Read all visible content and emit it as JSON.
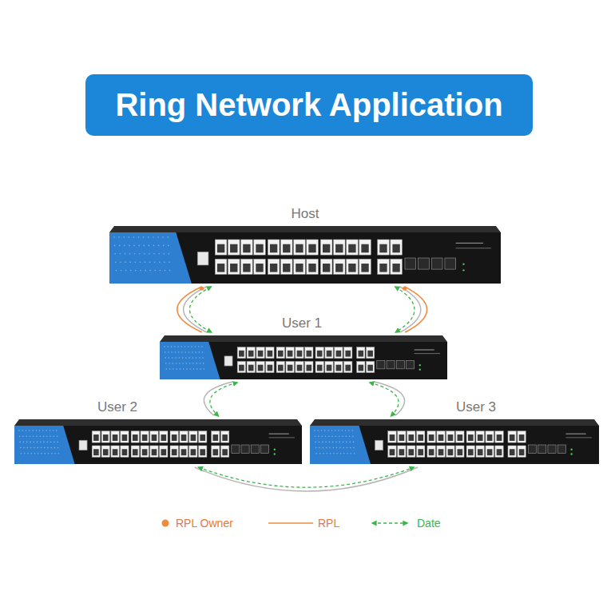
{
  "diagram": {
    "title": "Ring Network Application",
    "nodes": [
      {
        "text": [
          "Host"
        ]
      },
      {
        "text": [
          "User 1"
        ]
      },
      {
        "text": [
          "User 2"
        ]
      },
      {
        "text": [
          "User 3"
        ]
      }
    ],
    "edges": [
      {
        "from": 0,
        "to": 1,
        "arrow": "both"
      },
      {
        "from": 0,
        "to": 1,
        "arrow": "both"
      },
      {
        "from": 1,
        "to": 2,
        "arrow": "both"
      },
      {
        "from": 1,
        "to": 3,
        "arrow": "both"
      },
      {
        "from": 2,
        "to": 3,
        "arrow": "both"
      }
    ],
    "legend": [
      {
        "text": "RPL Owner",
        "color": "#f08a3c"
      },
      {
        "text": "RPL"
      },
      {
        "text": "Date"
      }
    ]
  }
}
